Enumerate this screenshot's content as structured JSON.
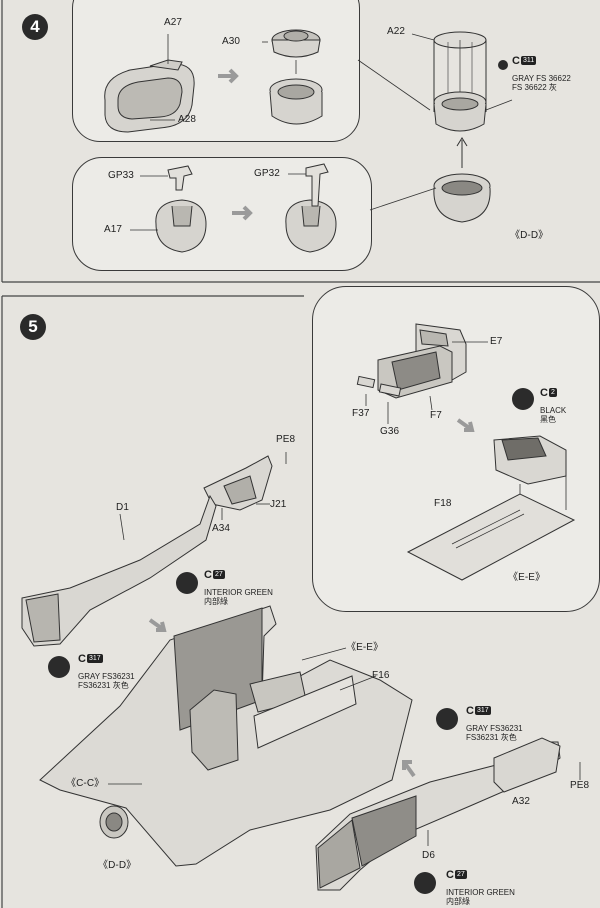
{
  "step4": {
    "number": "4",
    "labels": {
      "a27": "A27",
      "a28": "A28",
      "a30": "A30",
      "a22": "A22",
      "gp33": "GP33",
      "gp32": "GP32",
      "a17": "A17",
      "view": "《D-D》"
    },
    "paint": {
      "code": "C",
      "num": "311",
      "line1": "GRAY FS 36622",
      "line2": "FS 36622 灰"
    }
  },
  "step5": {
    "number": "5",
    "labels": {
      "e7": "E7",
      "f37": "F37",
      "g36": "G36",
      "f7": "F7",
      "f18": "F18",
      "view_ee_inset": "《E-E》",
      "pe8_top": "PE8",
      "d1": "D1",
      "j21": "J21",
      "a34": "A34",
      "view_ee": "《E-E》",
      "f16": "F16",
      "view_cc": "《C-C》",
      "view_dd": "《D-D》",
      "d6": "D6",
      "a32": "A32",
      "pe8_right": "PE8"
    },
    "paint_black": {
      "code": "C",
      "num": "2",
      "line1": "BLACK",
      "line2": "黑色"
    },
    "paint_green_top": {
      "code": "C",
      "num": "27",
      "line1": "INTERIOR GREEN",
      "line2": "内部綠"
    },
    "paint_gray_left": {
      "code": "C",
      "num": "317",
      "line1": "GRAY FS36231",
      "line2": "FS36231 灰色"
    },
    "paint_gray_right": {
      "code": "C",
      "num": "317",
      "line1": "GRAY FS36231",
      "line2": "FS36231 灰色"
    },
    "paint_green_bottom": {
      "code": "C",
      "num": "27",
      "line1": "INTERIOR GREEN",
      "line2": "内部綠"
    }
  }
}
